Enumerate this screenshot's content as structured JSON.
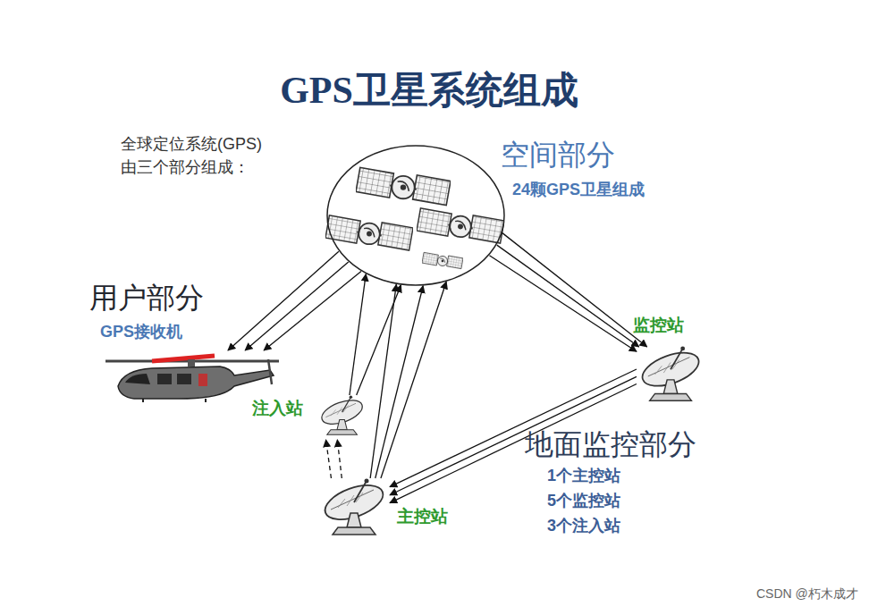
{
  "diagram": {
    "title": "GPS卫星系统组成",
    "nodes": [
      {
        "text": [
          "空间部分",
          "24颗GPS卫星组成"
        ]
      },
      {
        "text": [
          "用户部分",
          "GPS接收机"
        ]
      },
      {
        "text": [
          "注入站"
        ]
      },
      {
        "text": [
          "主控站"
        ]
      },
      {
        "text": [
          "监控站"
        ]
      }
    ],
    "edges": [
      {
        "from": 0,
        "to": 1,
        "arrow": "to"
      },
      {
        "from": 0,
        "to": 1,
        "arrow": "to"
      },
      {
        "from": 0,
        "to": 1,
        "arrow": "to"
      },
      {
        "from": 0,
        "to": 4,
        "arrow": "to"
      },
      {
        "from": 0,
        "to": 4,
        "arrow": "to"
      },
      {
        "from": 0,
        "to": 4,
        "arrow": "to"
      },
      {
        "from": 4,
        "to": 3,
        "arrow": "to"
      },
      {
        "from": 4,
        "to": 3,
        "arrow": "to"
      },
      {
        "from": 4,
        "to": 3,
        "arrow": "to"
      },
      {
        "from": 3,
        "to": 0,
        "arrow": "to"
      },
      {
        "from": 3,
        "to": 0,
        "arrow": "to"
      },
      {
        "from": 3,
        "to": 0,
        "arrow": "to"
      },
      {
        "from": 2,
        "to": 0,
        "arrow": "to"
      },
      {
        "from": 2,
        "to": 0,
        "arrow": "to"
      },
      {
        "from": 3,
        "to": 2,
        "arrow": "to"
      },
      {
        "from": 3,
        "to": 2,
        "arrow": "to"
      }
    ],
    "labels": [
      "全球定位系统(GPS) 由三个部分组成：",
      "地面监控部分",
      "1个主控站",
      "5个监控站",
      "3个注入站",
      "CSDN @朽木成才"
    ]
  }
}
